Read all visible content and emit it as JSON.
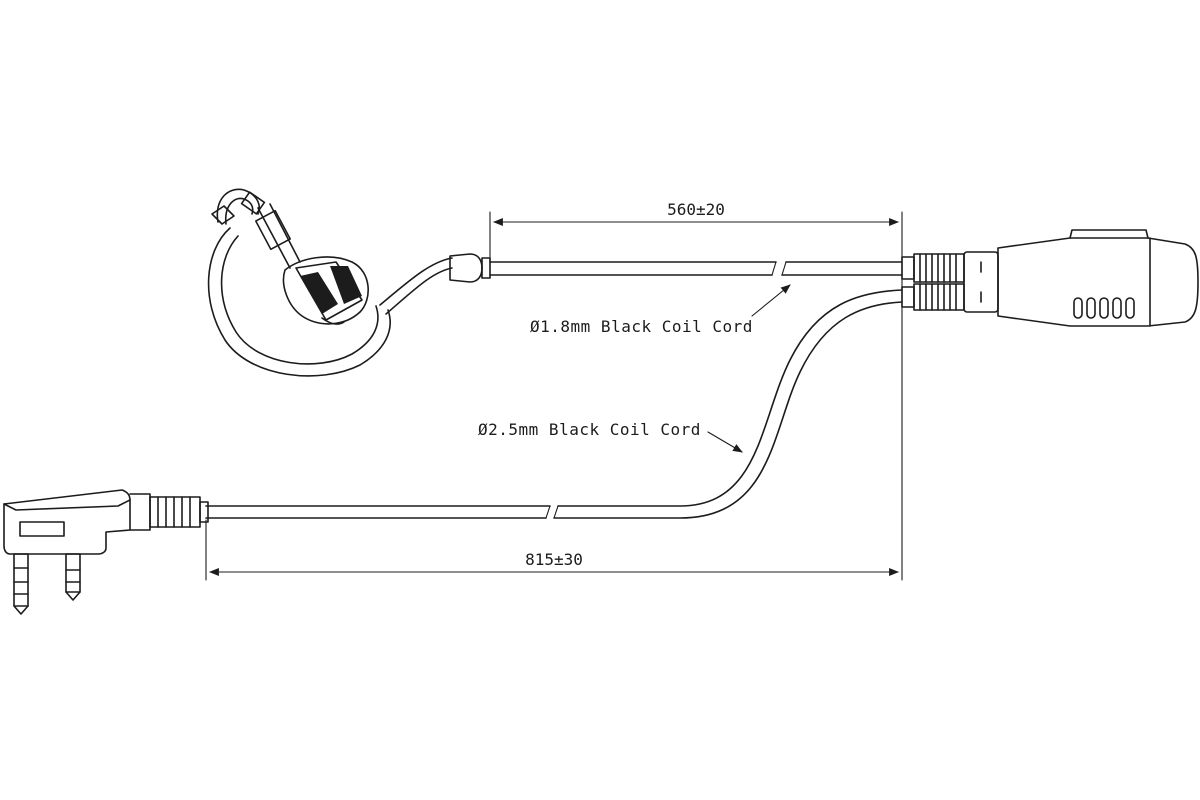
{
  "dimensions": {
    "upper_cord_length": "560±20",
    "lower_cord_length": "815±30"
  },
  "labels": {
    "upper_cord": "Ø1.8mm Black Coil Cord",
    "lower_cord": "Ø2.5mm Black Coil Cord"
  }
}
